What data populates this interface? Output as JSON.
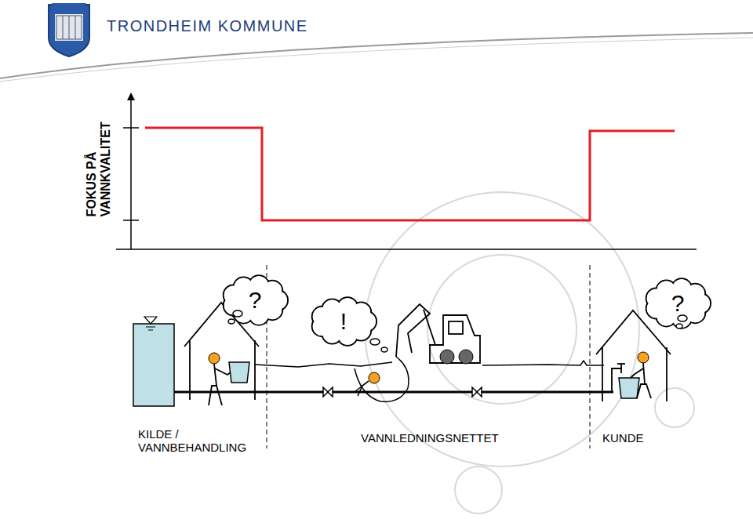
{
  "diagram": {
    "nodes": [
      {
        "text": [
          "?"
        ]
      },
      {
        "text": [
          "!"
        ]
      },
      {
        "text": [
          "?"
        ]
      }
    ],
    "labels": [
      "TRONDHEIM KOMMUNE",
      "FOKUS PÅ VANNKVALITET",
      "KILDE / VANNBEHANDLING",
      "VANNLEDNINGSNETTET",
      "KUNDE"
    ]
  }
}
